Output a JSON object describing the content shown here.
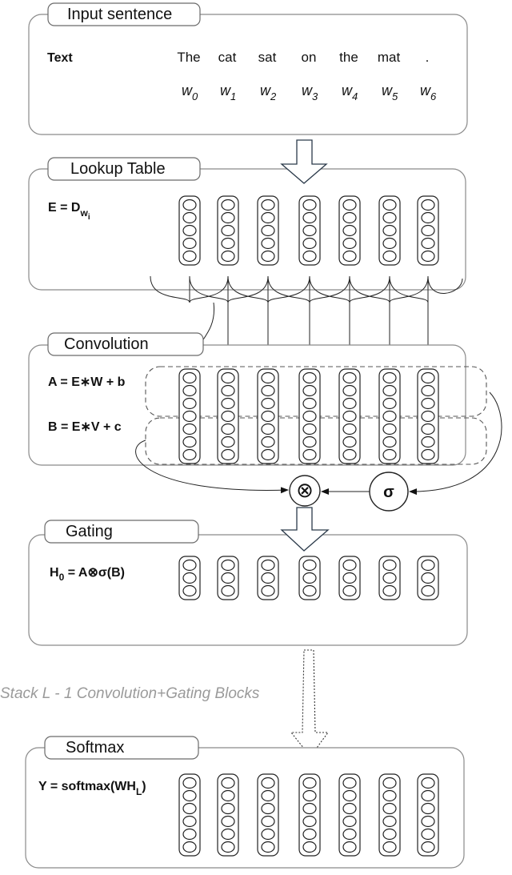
{
  "panels": {
    "input": {
      "title": "Input sentence",
      "row_label": "Text",
      "words": [
        "The",
        "cat",
        "sat",
        "on",
        "the",
        "mat",
        "."
      ],
      "word_symbols": [
        {
          "base": "w",
          "sub": "0"
        },
        {
          "base": "w",
          "sub": "1"
        },
        {
          "base": "w",
          "sub": "2"
        },
        {
          "base": "w",
          "sub": "3"
        },
        {
          "base": "w",
          "sub": "4"
        },
        {
          "base": "w",
          "sub": "5"
        },
        {
          "base": "w",
          "sub": "6"
        }
      ]
    },
    "lookup": {
      "title": "Lookup Table",
      "formula_main": "E = D",
      "formula_sub": "w",
      "formula_subsub": "i"
    },
    "convolution": {
      "title": "Convolution",
      "formula_a": "A = E∗W + b",
      "formula_b": "B = E∗V + c"
    },
    "gating": {
      "title": "Gating",
      "formula_h": "H",
      "formula_h_sub": "0",
      "formula_rest": " = A⊗σ(B)"
    },
    "softmax": {
      "title": "Softmax",
      "formula_main": "Y = softmax(WH",
      "formula_sub": "L",
      "formula_close": ")"
    }
  },
  "operators": {
    "multiply": "⊗",
    "sigma": "σ"
  },
  "stack_label": "Stack L - 1 Convolution+Gating Blocks",
  "columns": {
    "count": 7
  }
}
